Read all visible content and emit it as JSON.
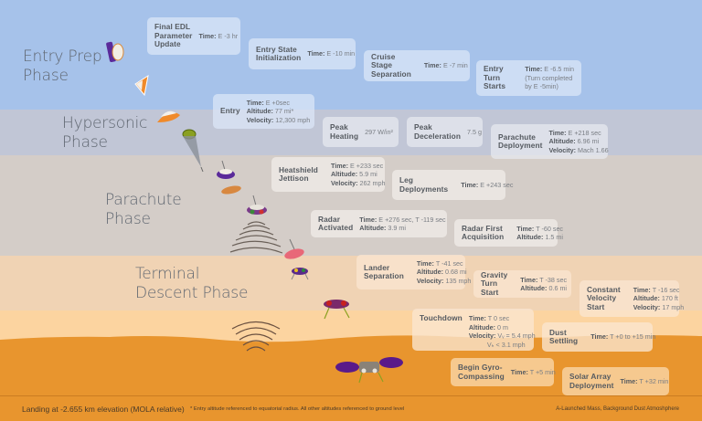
{
  "colors": {
    "sky": "#a6c2ea",
    "hypersonic_band": "#c1c6d6",
    "parachute_band": "#d4cdc8",
    "terminal_band": "#f0d3b4",
    "near_ground_band": "#fcd4a0",
    "ground": "#e8952e",
    "text_dark": "#555a60"
  },
  "phases": [
    {
      "label_line1": "Entry Prep",
      "label_line2": "Phase"
    },
    {
      "label_line1": "Hypersonic",
      "label_line2": "Phase"
    },
    {
      "label_line1": "Parachute",
      "label_line2": "Phase"
    },
    {
      "label_line1": "Terminal",
      "label_line2": "Descent Phase"
    }
  ],
  "events": [
    {
      "title": "Final EDL\nParameter\nUpdate",
      "lines": [
        {
          "k": "Time:",
          "v": "E -3 hr"
        }
      ]
    },
    {
      "title": "Entry State\nInitialization",
      "lines": [
        {
          "k": "Time:",
          "v": "E -10 min"
        }
      ]
    },
    {
      "title": "Cruise Stage\nSeparation",
      "lines": [
        {
          "k": "Time:",
          "v": "E -7 min"
        }
      ]
    },
    {
      "title": "Entry Turn\nStarts",
      "lines": [
        {
          "k": "Time:",
          "v": "E -6.5 min"
        },
        {
          "k": "",
          "v": "(Turn completed"
        },
        {
          "k": "",
          "v": "by E -5min)"
        }
      ]
    },
    {
      "title": "Entry",
      "lines": [
        {
          "k": "Time:",
          "v": "E +0sec"
        },
        {
          "k": "Altitude:",
          "v": "77 mi*"
        },
        {
          "k": "Velocity:",
          "v": "12,300 mph"
        }
      ]
    },
    {
      "title": "Peak\nHeating",
      "lines": [
        {
          "k": "",
          "v": "297 W/in²"
        }
      ]
    },
    {
      "title": "Peak\nDeceleration",
      "lines": [
        {
          "k": "",
          "v": "7.5 g"
        }
      ]
    },
    {
      "title": "Parachute\nDeployment",
      "lines": [
        {
          "k": "Time:",
          "v": "E +218 sec"
        },
        {
          "k": "Altitude:",
          "v": "6.96 mi"
        },
        {
          "k": "Velocity:",
          "v": "Mach 1.66"
        }
      ]
    },
    {
      "title": "Heatshield\nJettison",
      "lines": [
        {
          "k": "Time:",
          "v": "E +233 sec"
        },
        {
          "k": "Altitude:",
          "v": "5.9 mi"
        },
        {
          "k": "Velocity:",
          "v": "262 mph"
        }
      ]
    },
    {
      "title": "Leg\nDeployments",
      "lines": [
        {
          "k": "Time:",
          "v": "E +243 sec"
        }
      ]
    },
    {
      "title": "Radar\nActivated",
      "lines": [
        {
          "k": "Time:",
          "v": "E +276 sec, T -119 sec"
        },
        {
          "k": "Altitude:",
          "v": "3.9 mi"
        }
      ]
    },
    {
      "title": "Radar First\nAcquisition",
      "lines": [
        {
          "k": "Time:",
          "v": "T -60 sec"
        },
        {
          "k": "Altitude:",
          "v": "1.5 mi"
        }
      ]
    },
    {
      "title": "Lander\nSeparation",
      "lines": [
        {
          "k": "Time:",
          "v": "T -41 sec"
        },
        {
          "k": "Altitude:",
          "v": "0.68 mi"
        },
        {
          "k": "Velocity:",
          "v": "135 mph"
        }
      ]
    },
    {
      "title": "Gravity\nTurn Start",
      "lines": [
        {
          "k": "Time:",
          "v": "T -38 sec"
        },
        {
          "k": "Altitude:",
          "v": "0.6 mi"
        }
      ]
    },
    {
      "title": "Constant\nVelocity\nStart",
      "lines": [
        {
          "k": "Time:",
          "v": "T -16 sec"
        },
        {
          "k": "Altitude:",
          "v": "170 ft"
        },
        {
          "k": "Velocity:",
          "v": "17 mph"
        }
      ]
    },
    {
      "title": "Touchdown",
      "lines": [
        {
          "k": "Time:",
          "v": "T 0 sec"
        },
        {
          "k": "Altitude:",
          "v": "0 m"
        },
        {
          "k": "Velocity:",
          "v": "Vᵥ = 5.4 mph"
        },
        {
          "k": "",
          "v": "          Vₕ < 3.1 mph"
        }
      ]
    },
    {
      "title": "Dust\nSettling",
      "lines": [
        {
          "k": "Time:",
          "v": "T +0 to +15 min"
        }
      ]
    },
    {
      "title": "Begin Gyro-\nCompassing",
      "lines": [
        {
          "k": "Time:",
          "v": "T +5 min"
        }
      ]
    },
    {
      "title": "Solar Array\nDeployment",
      "lines": [
        {
          "k": "Time:",
          "v": "T +32 min"
        }
      ]
    }
  ],
  "footer": {
    "landing": "Landing at -2.655 km elevation (MOLA relative)",
    "note": "* Entry altitude referenced to equatorial radius. All other altitudes referenced to ground level",
    "conditions": "A-Launched Mass, Background Dust Atmoshphere"
  }
}
